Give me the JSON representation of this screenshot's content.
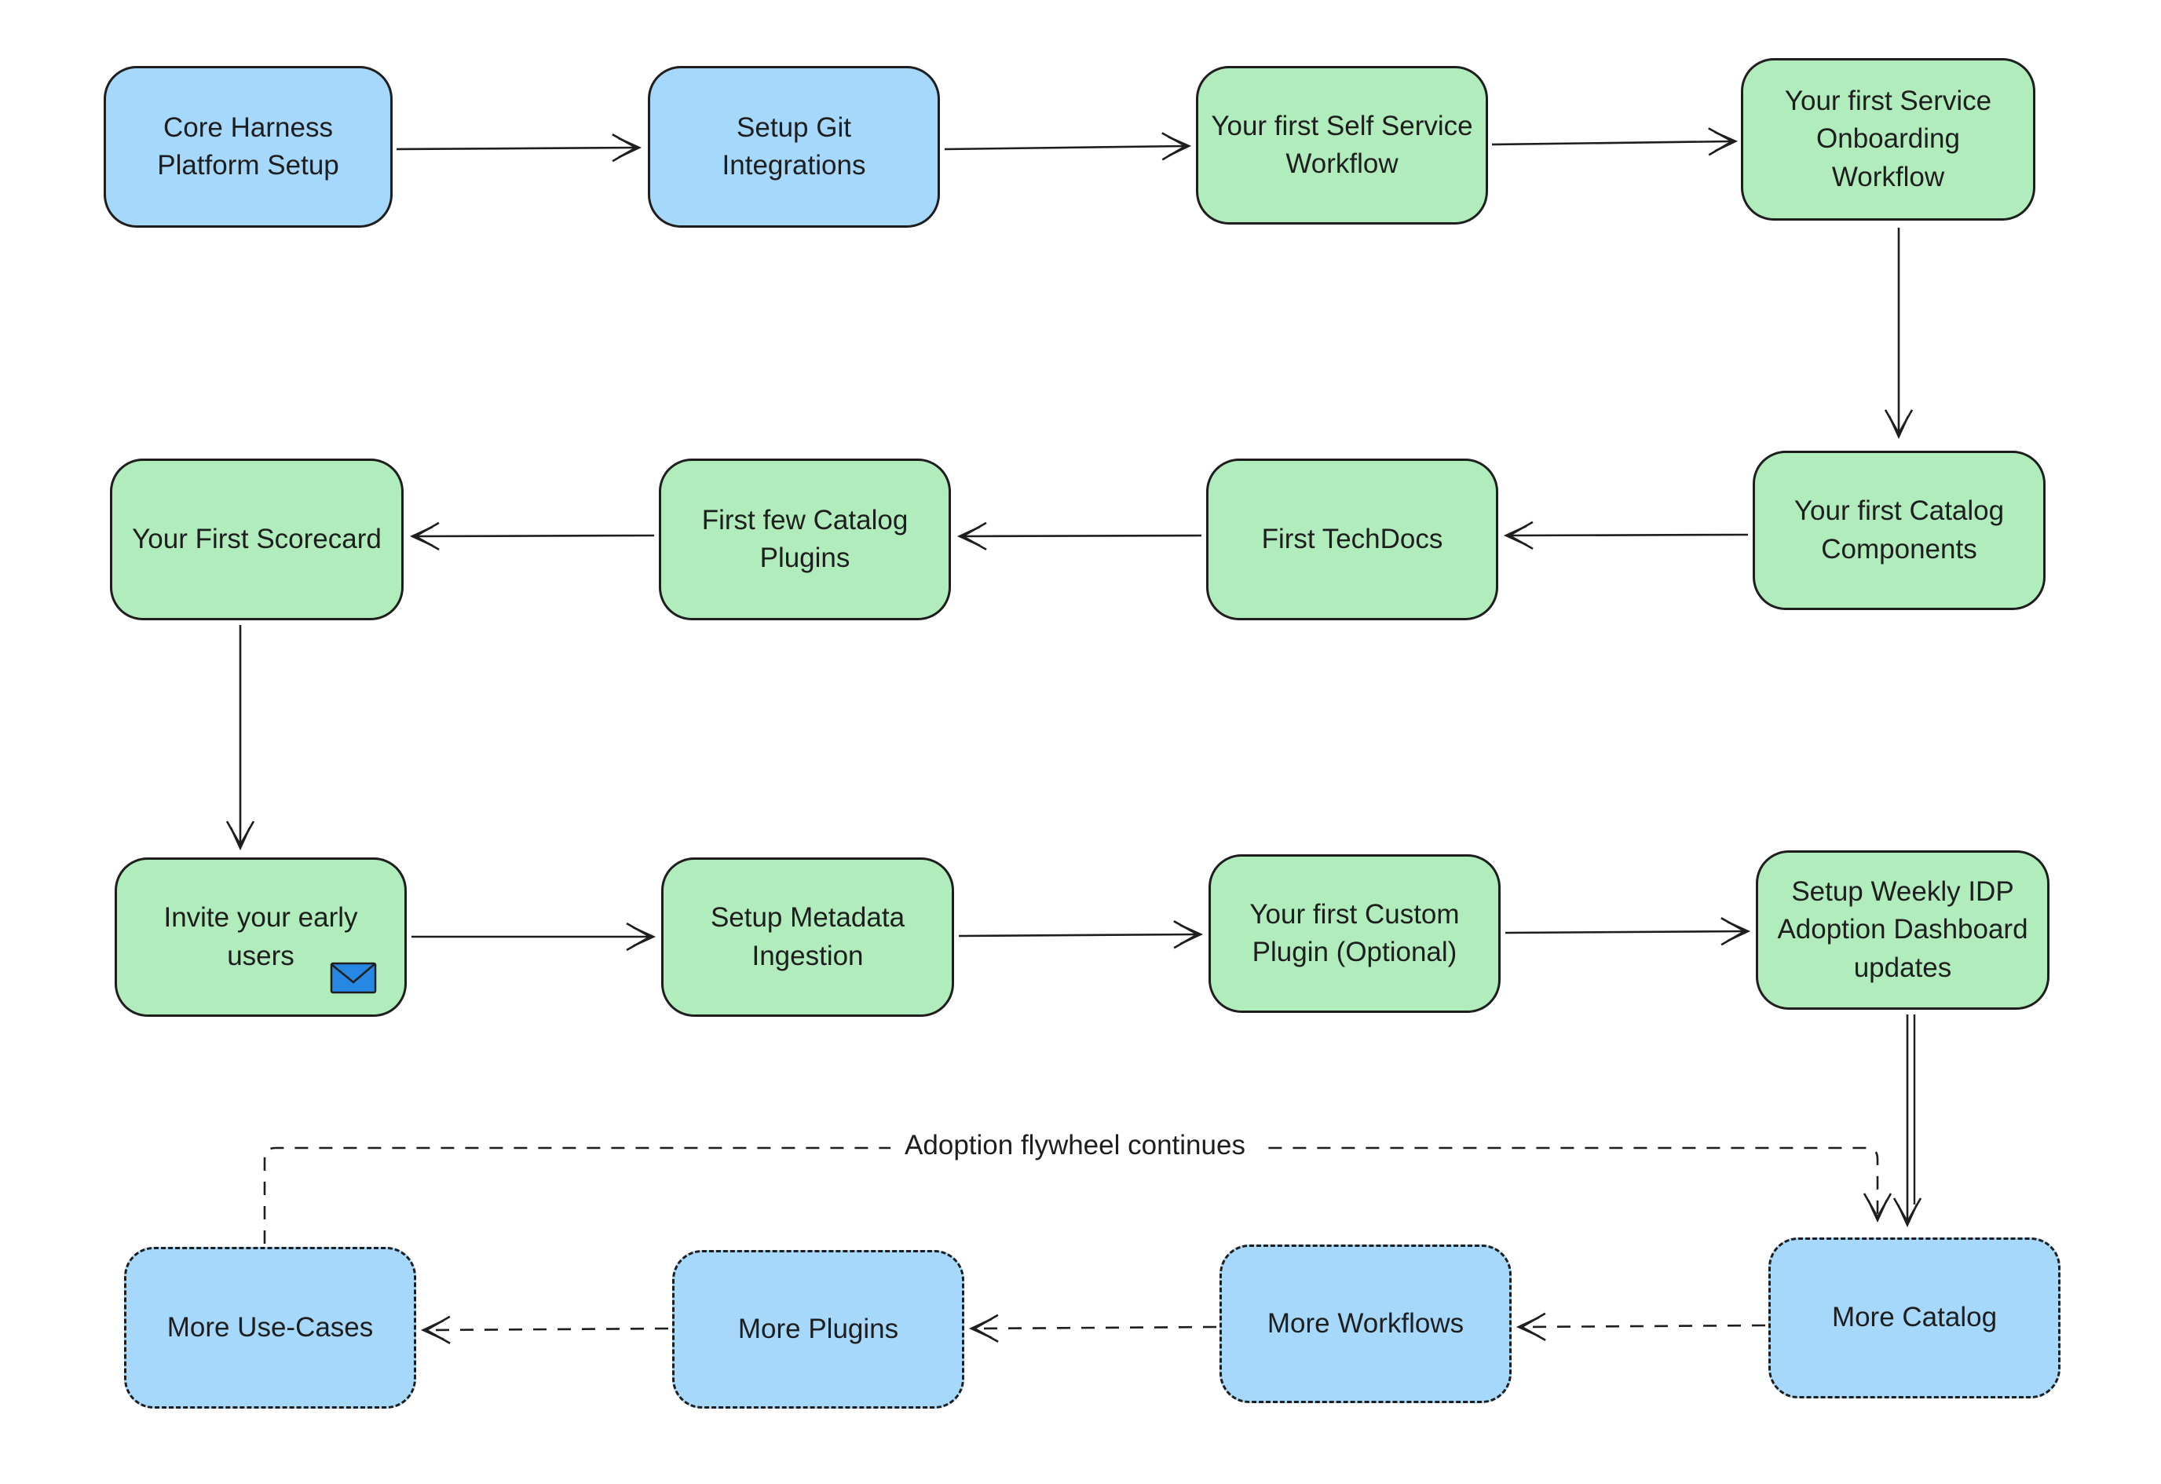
{
  "diagram": {
    "colors": {
      "node_blue": "#a5d8fa",
      "node_green": "#b0ecbc",
      "stroke": "#1e1e1e",
      "envelope_blue": "#2688e3",
      "background": "#ffffff"
    },
    "flywheel_label": "Adoption flywheel continues",
    "nodes": [
      {
        "id": "core-harness-platform-setup",
        "label": "Core Harness\nPlatform Setup",
        "fill": "blue",
        "border": "solid"
      },
      {
        "id": "setup-git-integrations",
        "label": "Setup Git\nIntegrations",
        "fill": "blue",
        "border": "solid"
      },
      {
        "id": "first-self-service-workflow",
        "label": "Your first Self Service\nWorkflow",
        "fill": "green",
        "border": "solid"
      },
      {
        "id": "first-service-onboarding-workflow",
        "label": "Your first Service\nOnboarding\nWorkflow",
        "fill": "green",
        "border": "solid"
      },
      {
        "id": "first-catalog-components",
        "label": "Your first Catalog\nComponents",
        "fill": "green",
        "border": "solid"
      },
      {
        "id": "first-techdocs",
        "label": "First TechDocs",
        "fill": "green",
        "border": "solid"
      },
      {
        "id": "first-few-catalog-plugins",
        "label": "First few Catalog\nPlugins",
        "fill": "green",
        "border": "solid"
      },
      {
        "id": "your-first-scorecard",
        "label": "Your First Scorecard",
        "fill": "green",
        "border": "solid"
      },
      {
        "id": "invite-your-early-users",
        "label": "Invite your early\nusers",
        "fill": "green",
        "border": "solid",
        "icon": "envelope-icon"
      },
      {
        "id": "setup-metadata-ingestion",
        "label": "Setup Metadata\nIngestion",
        "fill": "green",
        "border": "solid"
      },
      {
        "id": "first-custom-plugin",
        "label": "Your first Custom\nPlugin (Optional)",
        "fill": "green",
        "border": "solid"
      },
      {
        "id": "setup-weekly-idp-dashboard",
        "label": "Setup Weekly IDP\nAdoption Dashboard\nupdates",
        "fill": "green",
        "border": "solid"
      },
      {
        "id": "more-catalog",
        "label": "More Catalog",
        "fill": "blue",
        "border": "dashed"
      },
      {
        "id": "more-workflows",
        "label": "More Workflows",
        "fill": "blue",
        "border": "dashed"
      },
      {
        "id": "more-plugins",
        "label": "More Plugins",
        "fill": "blue",
        "border": "dashed"
      },
      {
        "id": "more-use-cases",
        "label": "More Use-Cases",
        "fill": "blue",
        "border": "dashed"
      }
    ]
  }
}
